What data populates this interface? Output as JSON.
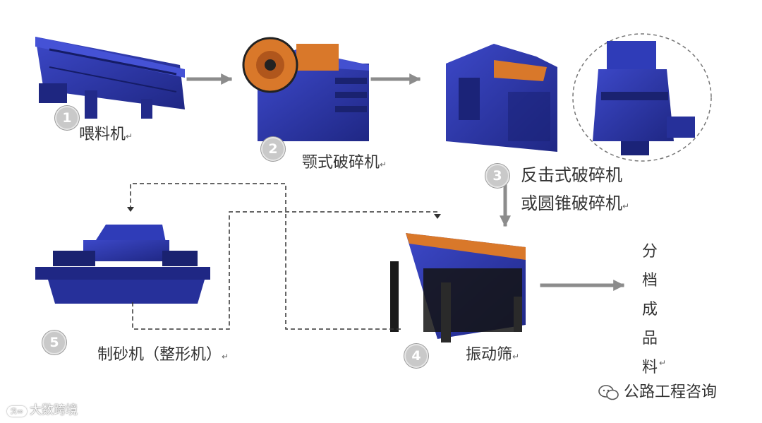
{
  "steps": [
    {
      "num": "1",
      "label": "喂料机",
      "return_mark": "↵"
    },
    {
      "num": "2",
      "label": "颚式破碎机",
      "return_mark": "↵"
    },
    {
      "num": "3",
      "label_line1": "反击式破碎机",
      "label_line2": "或圆锥破碎机",
      "return_mark": "↵"
    },
    {
      "num": "4",
      "label": "振动筛",
      "return_mark": "↵"
    },
    {
      "num": "5",
      "label": "制砂机（整形机）",
      "return_mark": "↵"
    }
  ],
  "output_label": "分档成品料",
  "output_return_mark": "↵",
  "watermarks": {
    "bottom_left": "大数跨境",
    "bottom_right": "公路工程咨询"
  },
  "colors": {
    "machine_blue": "#2b34a8",
    "machine_orange": "#d9782a",
    "arrow_gray": "#8c8c8c",
    "dash_line": "#333333"
  }
}
